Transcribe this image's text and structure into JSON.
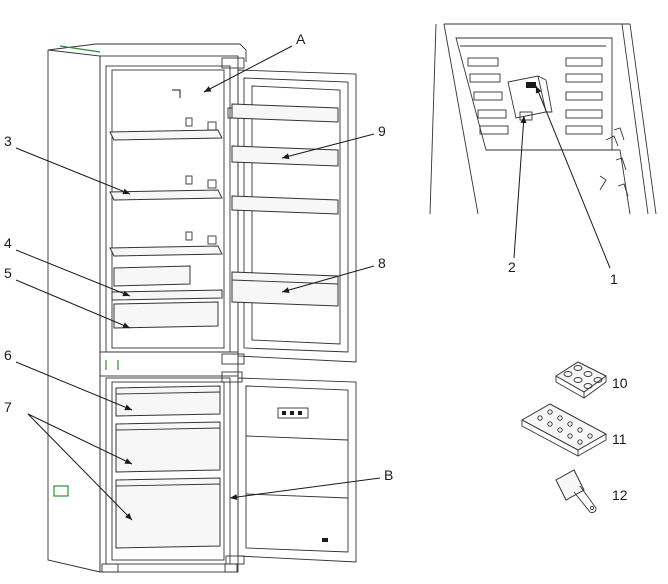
{
  "labels": {
    "A": "A",
    "B": "B",
    "n1": "1",
    "n2": "2",
    "n3": "3",
    "n4": "4",
    "n5": "5",
    "n6": "6",
    "n7": "7",
    "n8": "8",
    "n9": "9",
    "n10": "10",
    "n11": "11",
    "n12": "12"
  }
}
